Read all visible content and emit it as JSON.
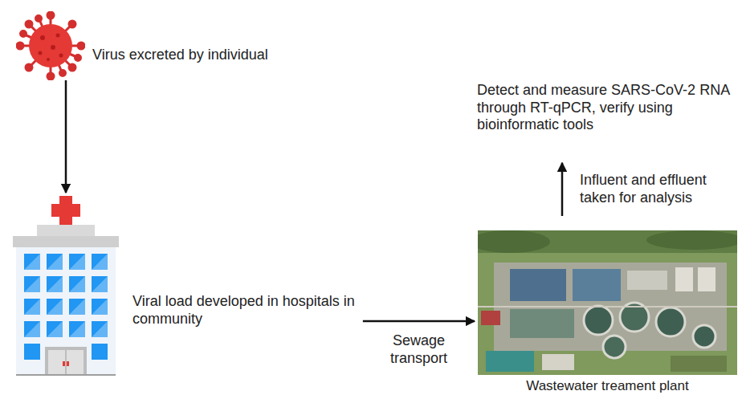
{
  "diagram": {
    "nodes": [
      {
        "text": [
          "Virus excreted by individual"
        ]
      },
      {
        "text": [
          "Viral load developed in hospitals in community"
        ]
      },
      {
        "text": [
          "Wastewater treament plant"
        ]
      },
      {
        "text": [
          "Detect and measure SARS-CoV-2 RNA through RT-qPCR, verify using bioinformatic tools"
        ]
      }
    ],
    "edges": [
      {
        "from": 0,
        "to": 1,
        "arrow": "to"
      },
      {
        "from": 1,
        "to": 2,
        "arrow": "to",
        "label": "Sewage transport"
      },
      {
        "from": 2,
        "to": 3,
        "arrow": "to",
        "label": "Influent and effluent taken for analysis"
      }
    ]
  }
}
